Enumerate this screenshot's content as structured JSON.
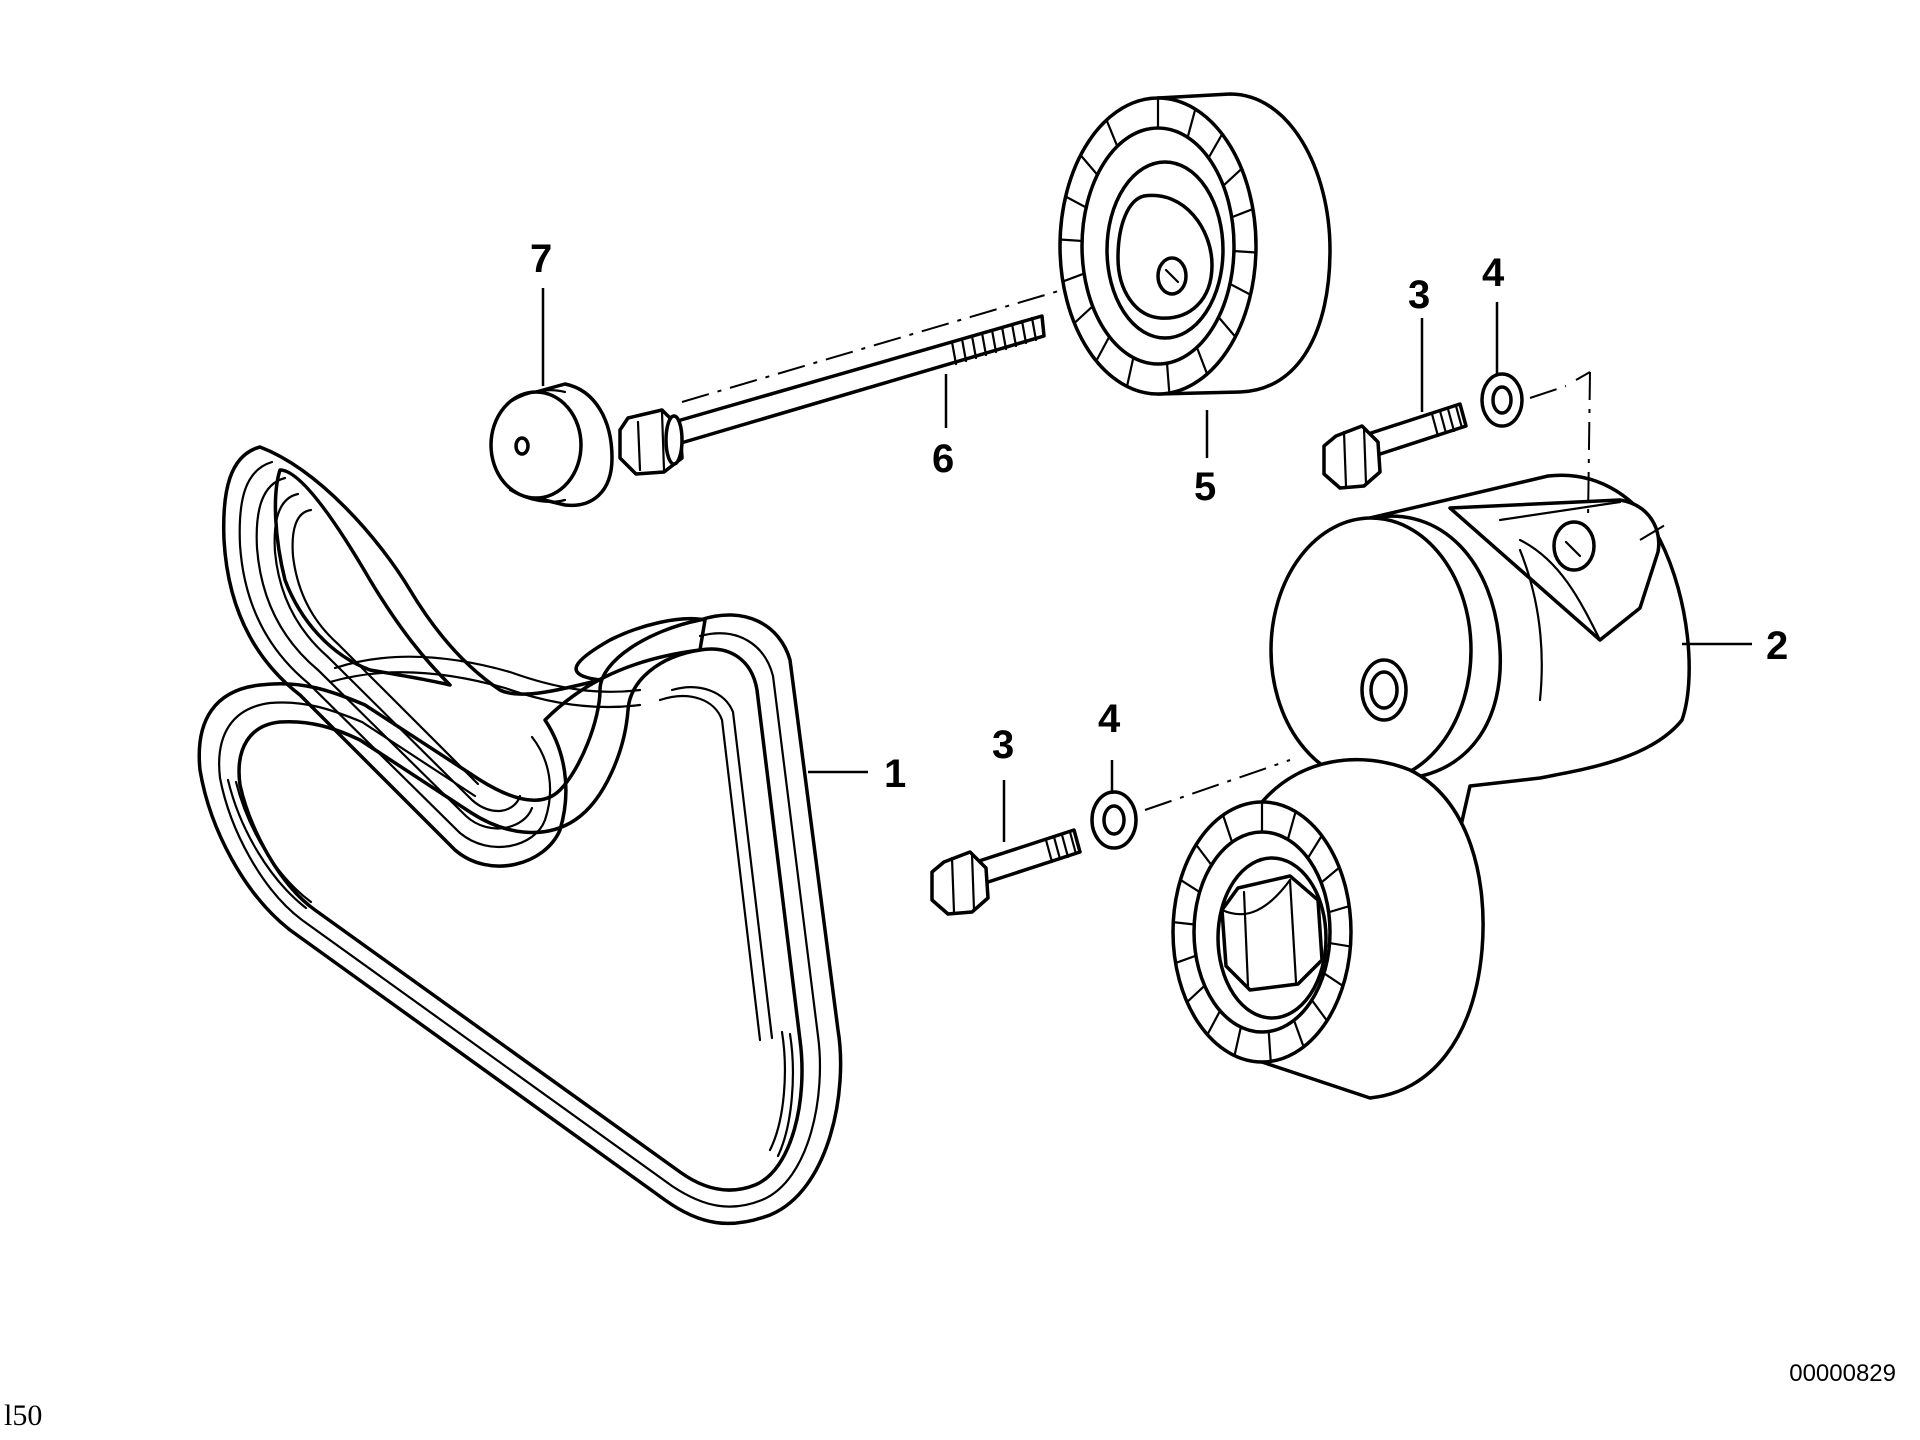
{
  "callouts": {
    "c1": "1",
    "c2": "2",
    "c3a": "3",
    "c3b": "3",
    "c4a": "4",
    "c4b": "4",
    "c5": "5",
    "c6": "6",
    "c7": "7"
  },
  "drawing_number": "00000829",
  "corner_mark": "l50"
}
